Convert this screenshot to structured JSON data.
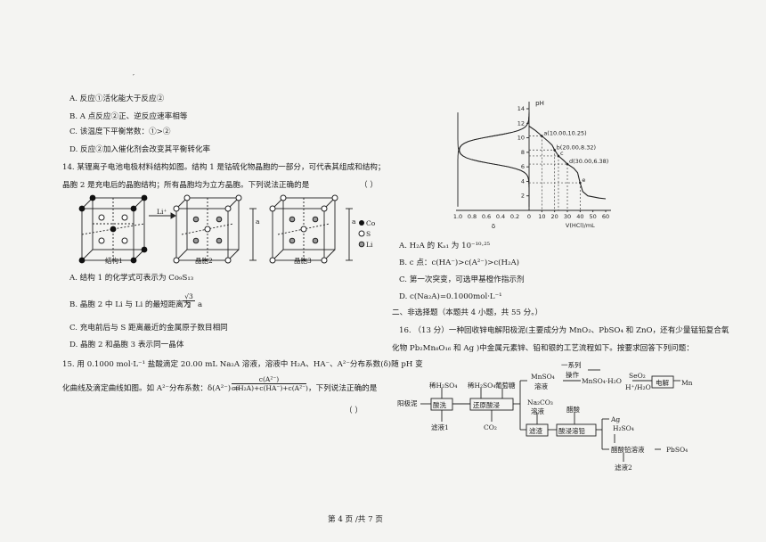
{
  "left": {
    "optA": "A. 反应①活化能大于反应②",
    "optB": "B. A 点反应②正、逆反应速率相等",
    "optC": "C. 该温度下平衡常数：①>②",
    "optD": "D. 反应②加入催化剂会改变其平衡转化率",
    "q14_line1": "14. 某锂离子电池电极材料结构如图。结构 1 是钴硫化物晶胞的一部分，可代表其组成和结构；",
    "q14_line2": "晶胞 2 是充电后的晶胞结构；所有晶胞均为立方晶胞。下列说法正确的是",
    "q14_paren": "（        ）",
    "li_arrow": "Li⁺",
    "legend_co": "Co",
    "legend_s": "S",
    "legend_li": "Li",
    "cap1": "结构1",
    "cap2": "晶胞2",
    "cap3": "晶胞3",
    "dim_a": "a",
    "q14A": "A. 结构 1 的化学式可表示为 Co₉S₁₃",
    "q14B_pre": "B. 晶胞 2 中 Li 与 Li 的最短距离为",
    "q14B_num": "√3",
    "q14B_den": "2",
    "q14B_post": "a",
    "q14C": "C. 充电前后与 S 距离最近的金属原子数目相同",
    "q14D": "D. 晶胞 2 和晶胞 3 表示同一晶体",
    "q15_line1": "15. 用 0.1000 mol·L⁻¹ 盐酸滴定 20.00 mL Na₂A 溶液，溶液中 H₂A、HA⁻、A²⁻分布系数(δ)随 pH 变",
    "q15_line2": "化曲线及滴定曲线如图。如 A²⁻分布系数：δ(A²⁻) =",
    "q15_frac_num": "c(A²⁻)",
    "q15_frac_den": "c(H₂A)+c(HA⁻)+c(A²⁻)",
    "q15_tail": "，下列说法正确的是",
    "q15_paren": "（        ）"
  },
  "right": {
    "q15A": "A. H₂A 的 Kₐ₁ 为 10⁻¹⁰·²⁵",
    "q15B": "B. c 点：c(HA⁻)>c(A²⁻)>c(H₂A)",
    "q15C": "C. 第一次突变，可选甲基橙作指示剂",
    "q15D": "D. c(Na₂A)=0.1000mol·L⁻¹",
    "section2": "二、非选择题（本题共 4 小题，共 55 分。）",
    "q16_line1": "16. （13 分）一种回收锌电解阳极泥(主要成分为 MnO₂、PbSO₄ 和 ZnO，还有少量锰铅复合氧",
    "q16_line2": "化物 Pb₂Mn₈O₁₆ 和 Ag )中金属元素锌、铅和银的工艺流程如下。按要求回答下列问题："
  },
  "chart_data": {
    "type": "line",
    "ylabel": "pH",
    "xlabel": "V(HCl)/mL",
    "left_axis_label": "δ",
    "x_ticks": [
      "10",
      "20",
      "30",
      "40",
      "50",
      "60"
    ],
    "delta_ticks": [
      "1.0",
      "0.8",
      "0.6",
      "0.4",
      "0.2",
      "0"
    ],
    "y_ticks": [
      "2",
      "4",
      "6",
      "8",
      "10",
      "12",
      "14"
    ],
    "ylim": [
      0,
      14
    ],
    "xlim": [
      0,
      60
    ],
    "titration_points": [
      {
        "label": "a",
        "x": 10.0,
        "y": 10.25,
        "text": "a(10.00,10.25)"
      },
      {
        "label": "b",
        "x": 20.0,
        "y": 8.32,
        "text": "b(20.00,8.32)"
      },
      {
        "label": "c",
        "x": 23.0,
        "y": 7.5,
        "text": "c"
      },
      {
        "label": "d",
        "x": 30.0,
        "y": 6.38,
        "text": "d(30.00,6.38)"
      },
      {
        "label": "e",
        "x": 40.0,
        "y": 3.8,
        "text": "e"
      }
    ],
    "titration_curve": [
      [
        0,
        11.6
      ],
      [
        5,
        11.0
      ],
      [
        10,
        10.25
      ],
      [
        15,
        9.5
      ],
      [
        18,
        9.0
      ],
      [
        20,
        8.32
      ],
      [
        23,
        7.5
      ],
      [
        27,
        6.9
      ],
      [
        30,
        6.38
      ],
      [
        35,
        5.8
      ],
      [
        38,
        5.2
      ],
      [
        40,
        3.8
      ],
      [
        42,
        2.6
      ],
      [
        46,
        2.0
      ],
      [
        55,
        1.7
      ],
      [
        60,
        1.6
      ]
    ]
  },
  "flow": {
    "feed": "阳极泥",
    "acid1": "稀H₂SO₄",
    "acid2": "稀H₂SO₄",
    "sugar": "葡萄糖",
    "box_acidwash": "酸洗",
    "box_reduce": "还原酸浸",
    "filtrate1": "滤液1",
    "co2": "CO₂",
    "mnso4_soln1": "MnSO₄",
    "mnso4_soln2": "溶液",
    "op1": "一系列",
    "op2": "操作",
    "mnso4_h2o": "MnSO₄·H₂O",
    "seo2": "SeO₂",
    "h_h2o": "H⁺/H₂O",
    "box_electro": "电解",
    "mn": "Mn",
    "na2co3_1": "Na₂CO₃",
    "na2co3_2": "溶液",
    "acetic": "醋酸",
    "box_filter": "滤渣",
    "box_leach": "酸浸溶铅",
    "ag": "Ag",
    "h2so4": "H₂SO₄",
    "pb_acetate": "醋酸铅溶液",
    "pbso4": "PbSO₄",
    "filtrate2": "滤液2"
  },
  "footer": "第 4 页 /共 7 页",
  "stray_mark": "′"
}
